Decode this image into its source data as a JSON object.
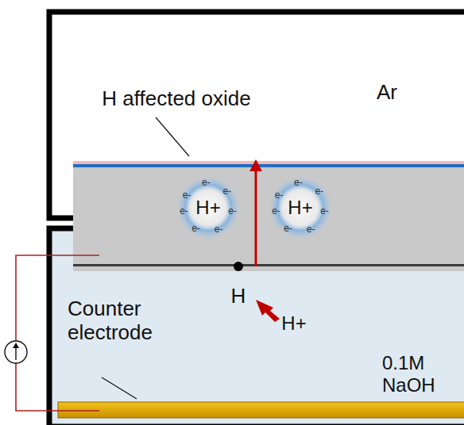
{
  "diagram": {
    "nodes": [
      {
        "text": [
          "H+"
        ]
      },
      {
        "text": [
          "H+"
        ]
      }
    ],
    "labels": [
      "H affected oxide",
      "Ar",
      "e-",
      "e-",
      "e-",
      "e-",
      "e-",
      "e-",
      "e-",
      "e-",
      "e-",
      "e-",
      "e-",
      "e-",
      "e-",
      "e-",
      "H",
      "H+",
      "Counter electrode",
      "0.1M NaOH"
    ]
  }
}
